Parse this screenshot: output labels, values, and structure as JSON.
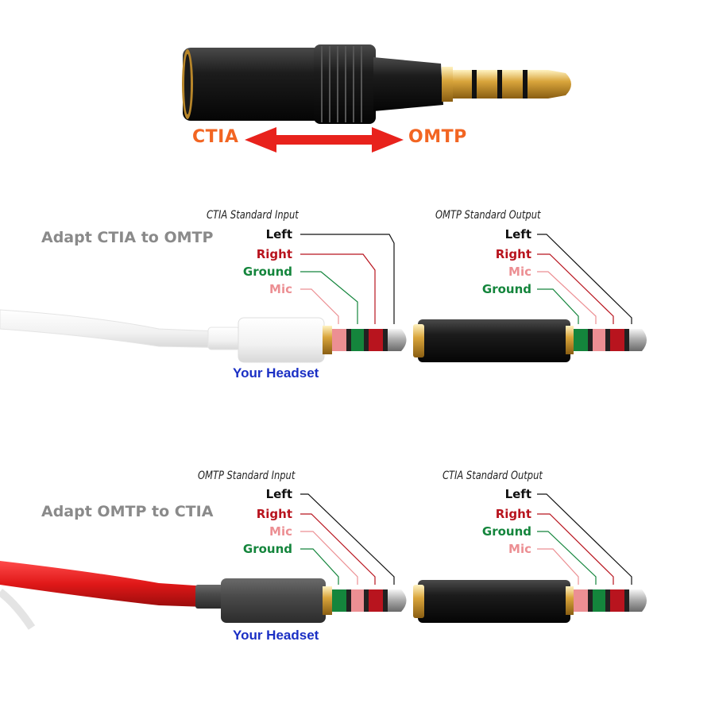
{
  "header": {
    "left_standard": "CTIA",
    "right_standard": "OMTP",
    "label_color": "#f26522",
    "arrow_color": "#e8221c",
    "arrow_icon": "double-headed-arrow"
  },
  "sections": [
    {
      "title": "Adapt CTIA to OMTP",
      "input": {
        "caption": "CTIA Standard Input",
        "pins": [
          "Left",
          "Right",
          "Ground",
          "Mic"
        ]
      },
      "output": {
        "caption": "OMTP Standard Output",
        "pins": [
          "Left",
          "Right",
          "Mic",
          "Ground"
        ]
      },
      "headset_label": "Your Headset",
      "cable_color": "#ffffff"
    },
    {
      "title": "Adapt OMTP to CTIA",
      "input": {
        "caption": "OMTP Standard Input",
        "pins": [
          "Left",
          "Right",
          "Mic",
          "Ground"
        ]
      },
      "output": {
        "caption": "CTIA Standard Output",
        "pins": [
          "Left",
          "Right",
          "Ground",
          "Mic"
        ]
      },
      "headset_label": "Your Headset",
      "cable_color": "#e02020"
    }
  ],
  "pin_colors": {
    "Left": "#111111",
    "Right": "#b8141e",
    "Ground": "#14853c",
    "Mic": "#ec8f93"
  }
}
